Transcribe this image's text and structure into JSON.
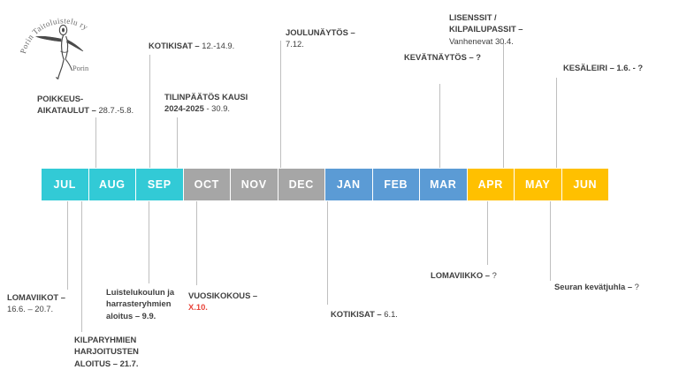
{
  "logo": {
    "arc_text": "Porin Taitoluistelu ry",
    "sub_text": "Porin",
    "alt": "figure-skater-logo"
  },
  "timeline": {
    "months": [
      {
        "label": "JUL",
        "color": "#32CAD6",
        "season": "summer"
      },
      {
        "label": "AUG",
        "color": "#32CAD6",
        "season": "summer"
      },
      {
        "label": "SEP",
        "color": "#32CAD6",
        "season": "summer"
      },
      {
        "label": "OCT",
        "color": "#A6A6A6",
        "season": "autumn"
      },
      {
        "label": "NOV",
        "color": "#A6A6A6",
        "season": "autumn"
      },
      {
        "label": "DEC",
        "color": "#A6A6A6",
        "season": "autumn"
      },
      {
        "label": "JAN",
        "color": "#5B9BD5",
        "season": "winter"
      },
      {
        "label": "FEB",
        "color": "#5B9BD5",
        "season": "winter"
      },
      {
        "label": "MAR",
        "color": "#5B9BD5",
        "season": "winter"
      },
      {
        "label": "APR",
        "color": "#FFC000",
        "season": "spring"
      },
      {
        "label": "MAY",
        "color": "#FFC000",
        "season": "spring"
      },
      {
        "label": "JUN",
        "color": "#FFC000",
        "season": "spring"
      }
    ]
  },
  "events_above": [
    {
      "id": "poikkeus-aikataulut",
      "line1_bold": "POIKKEUS-",
      "line2_bold": "AIKATAULUT –",
      "line2_plain": " 28.7.-5.8."
    },
    {
      "id": "kotikisat-syys",
      "line1_bold": "KOTIKISAT –",
      "line1_plain": " 12.-14.9."
    },
    {
      "id": "tilinpaatos",
      "line1_bold": "TILINPÄÄTÖS KAUSI",
      "line2_bold": "2024-2025",
      "line2_plain": "  - 30.9."
    },
    {
      "id": "joulunaytos",
      "line1_bold": "JOULUNÄYTÖS –",
      "line2_plain": "7.12."
    },
    {
      "id": "kevatnaytos",
      "line1_bold": "KEVÄTNÄYTÖS – ?"
    },
    {
      "id": "lisenssit",
      "line1_bold": "LISENSSIT /",
      "line2_bold": "KILPAILUPASSIT –",
      "line3_plain": "Vanhenevat 30.4."
    },
    {
      "id": "kesaleiri",
      "line1_bold": "KESÄLEIRI –  1.6. - ?"
    }
  ],
  "events_below": [
    {
      "id": "lomaviikot",
      "line1_bold": "LOMAVIIKOT –",
      "line2_plain": "16.6. – 20.7."
    },
    {
      "id": "kilparyhmien-aloitus",
      "line1_bold": "KILPARYHMIEN",
      "line2_bold": "HARJOITUSTEN",
      "line3_bold": "ALOITUS – 21.7."
    },
    {
      "id": "luistelukoulu-aloitus",
      "line1_bold": "Luistelukoulun ja",
      "line2_bold": "harrasteryhmien",
      "line3_bold": "aloitus – 9.9."
    },
    {
      "id": "vuosikokous",
      "line1_bold": "VUOSIKOKOUS –",
      "line2_red": "X.10."
    },
    {
      "id": "kotikisat-tammi",
      "line1_bold": "KOTIKISAT –",
      "line1_plain": " 6.1."
    },
    {
      "id": "lomaviikko",
      "line1_bold": "LOMAVIIKKO –",
      "line1_plain": " ?"
    },
    {
      "id": "seuran-kevatjuhla",
      "line1_bold": "Seuran kevätjuhla –",
      "line1_plain": " ?"
    }
  ],
  "colors": {
    "summer": "#32CAD6",
    "autumn": "#A6A6A6",
    "winter": "#5B9BD5",
    "spring": "#FFC000",
    "connector": "#BFBFBF",
    "text": "#404040",
    "highlight": "#E8443A"
  }
}
